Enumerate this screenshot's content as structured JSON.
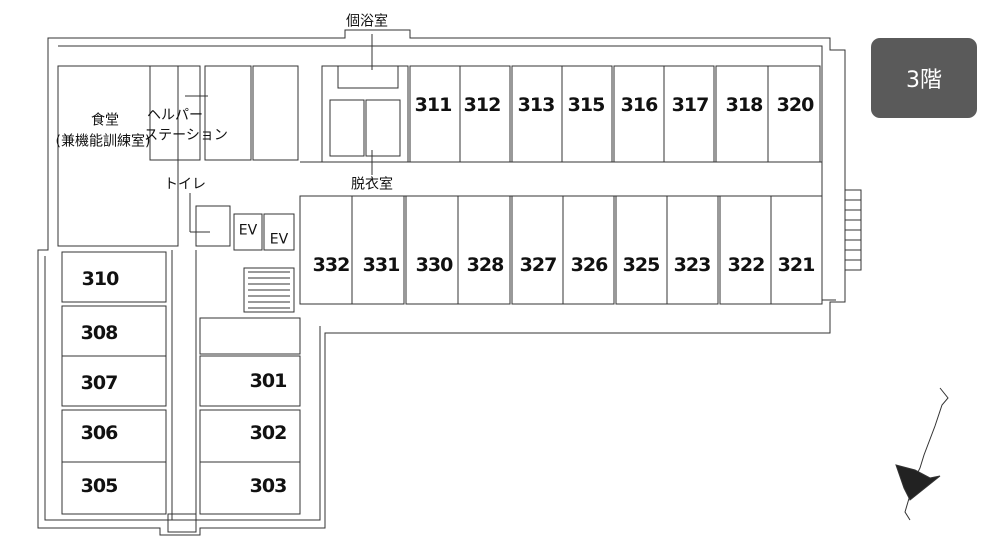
{
  "floor_label": "3階",
  "area_labels": {
    "bath": "個浴室",
    "changing": "脱衣室",
    "toilet": "トイレ",
    "elevator_1": "EV",
    "elevator_2": "EV",
    "dining_line1": "食堂",
    "dining_line2": "(兼機能訓練室)",
    "helper_line1": "ヘルパー",
    "helper_line2": "ステーション"
  },
  "rooms": {
    "r311": "311",
    "r312": "312",
    "r313": "313",
    "r315": "315",
    "r316": "316",
    "r317": "317",
    "r318": "318",
    "r320": "320",
    "r332": "332",
    "r331": "331",
    "r330": "330",
    "r328": "328",
    "r327": "327",
    "r326": "326",
    "r325": "325",
    "r323": "323",
    "r322": "322",
    "r321": "321",
    "r310": "310",
    "r308": "308",
    "r307": "307",
    "r306": "306",
    "r305": "305",
    "r301": "301",
    "r302": "302",
    "r303": "303"
  },
  "compass": "north-arrow-icon"
}
